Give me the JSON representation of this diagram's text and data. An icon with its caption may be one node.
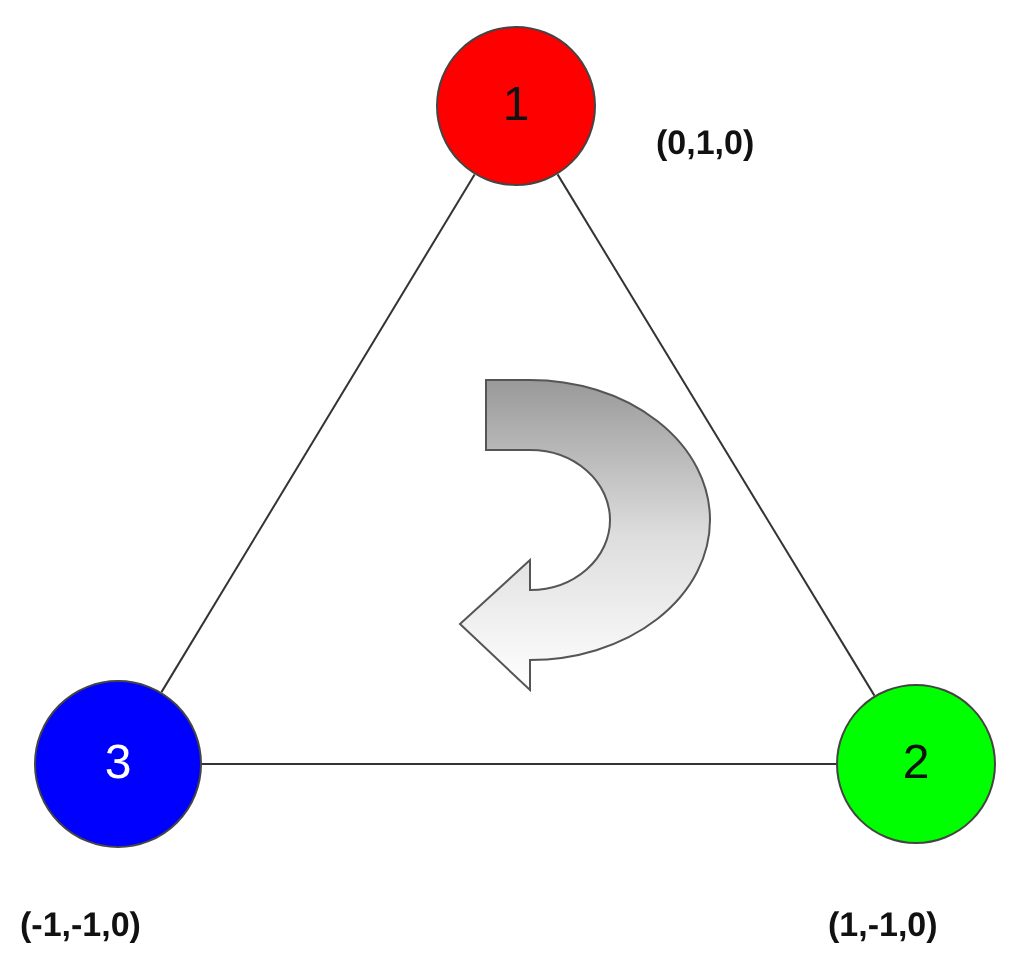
{
  "diagram": {
    "nodes": [
      {
        "text": [
          "1"
        ],
        "beside": [
          "(0,1,0)"
        ]
      },
      {
        "text": [
          "2"
        ],
        "beside": [
          "(1,-1,0)"
        ]
      },
      {
        "text": [
          "3"
        ],
        "beside": [
          "(-1,-1,0)"
        ]
      }
    ],
    "edges": [
      {
        "from": 0,
        "to": 1,
        "arrow": "none"
      },
      {
        "from": 1,
        "to": 2,
        "arrow": "none"
      },
      {
        "from": 2,
        "to": 0,
        "arrow": "none"
      }
    ]
  }
}
